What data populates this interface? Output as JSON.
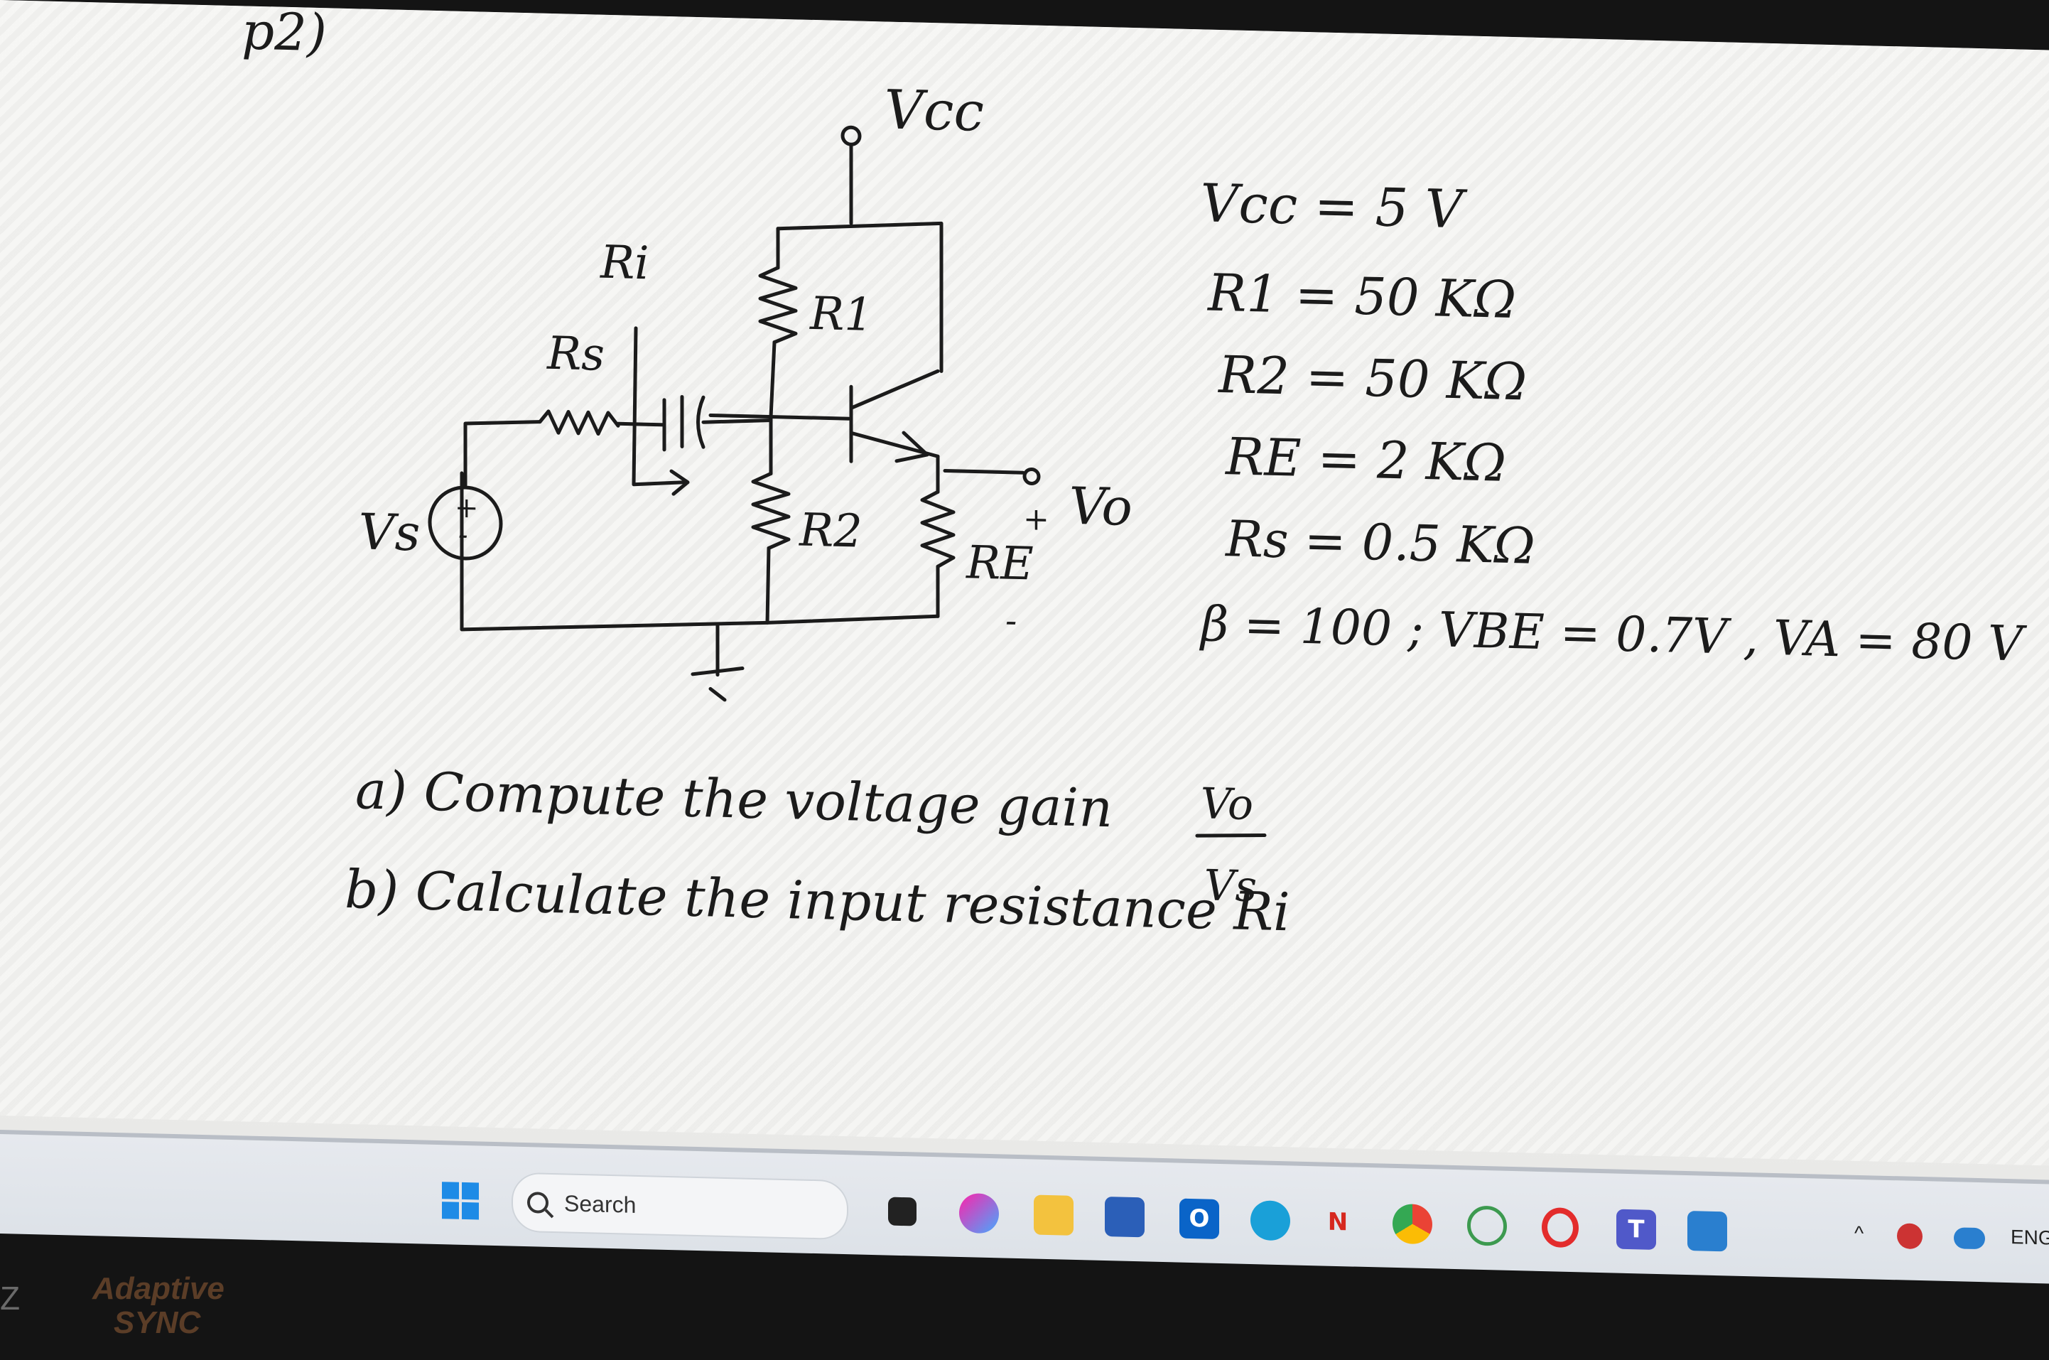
{
  "problem": {
    "label": "p2)",
    "circuit": {
      "vcc_label": "Vcc",
      "ri_label": "Ri",
      "rs_label": "Rs",
      "r1_label": "R1",
      "r2_label": "R2",
      "re_label": "RE",
      "vs_label": "Vs",
      "vo_label": "Vo",
      "plus": "+",
      "minus": "-"
    },
    "params": [
      "Vcc = 5 V",
      "R1 = 50 KΩ",
      "R2 = 50 KΩ",
      "RE = 2 KΩ",
      "Rs = 0.5 KΩ",
      "β = 100 ; VBE = 0.7V , VA = 80 V"
    ],
    "questions": {
      "a": "a) Compute the voltage gain",
      "b": "b) Calculate the input resistance Ri",
      "fraction_num": "Vo",
      "fraction_den": "Vs"
    }
  },
  "taskbar": {
    "search_placeholder": "Search",
    "tray_text": "ENG"
  },
  "monitor": {
    "brand_line1": "Adaptive",
    "brand_line2": "SYNC",
    "left_mark": "Z"
  },
  "colors": {
    "ink": "#1b1b1b",
    "taskbar": "#e2e6eb",
    "win_blue": "#1e8be6"
  }
}
